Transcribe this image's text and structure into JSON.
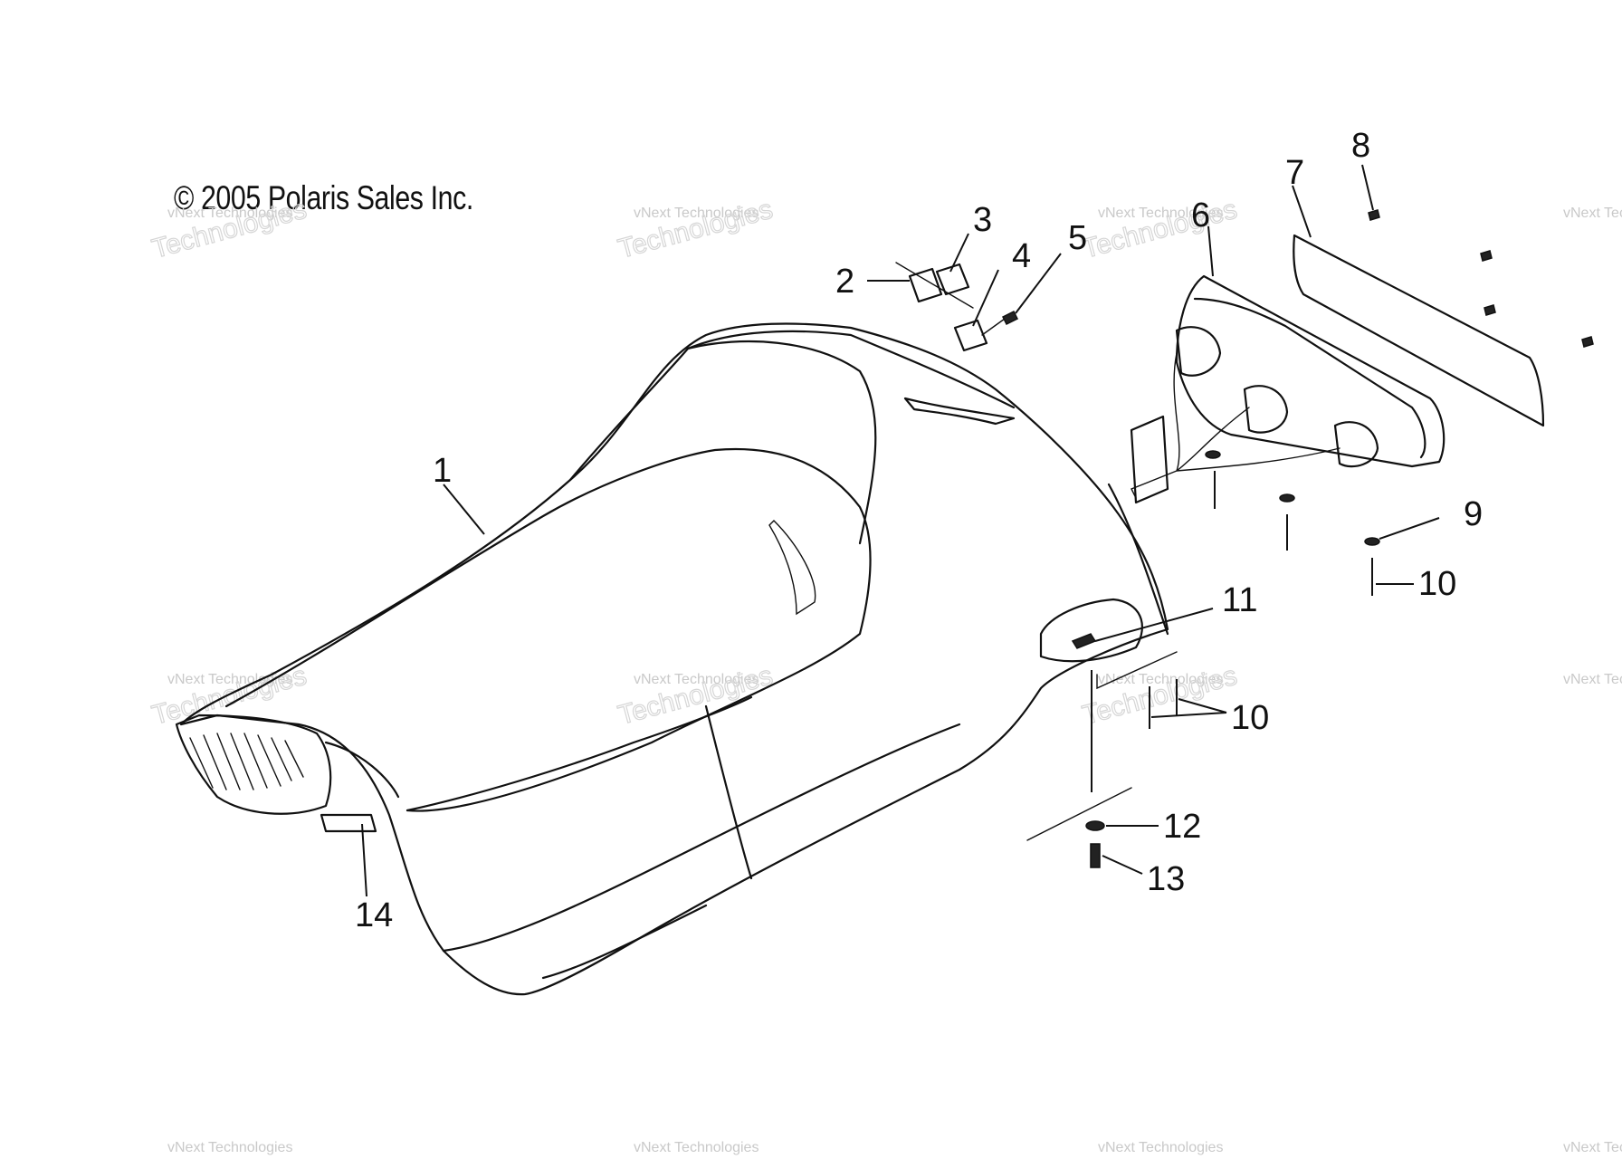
{
  "diagram": {
    "copyright": "© 2005 Polaris Sales Inc.",
    "watermark": {
      "line1": "vNext Technologies",
      "line2": "vNext",
      "line3": "Technologies"
    },
    "callouts": {
      "c1": "1",
      "c2": "2",
      "c3": "3",
      "c4": "4",
      "c5": "5",
      "c6": "6",
      "c7": "7",
      "c8": "8",
      "c9": "9",
      "c10a": "10",
      "c10b": "10",
      "c11": "11",
      "c12": "12",
      "c13": "13",
      "c14": "14"
    }
  }
}
